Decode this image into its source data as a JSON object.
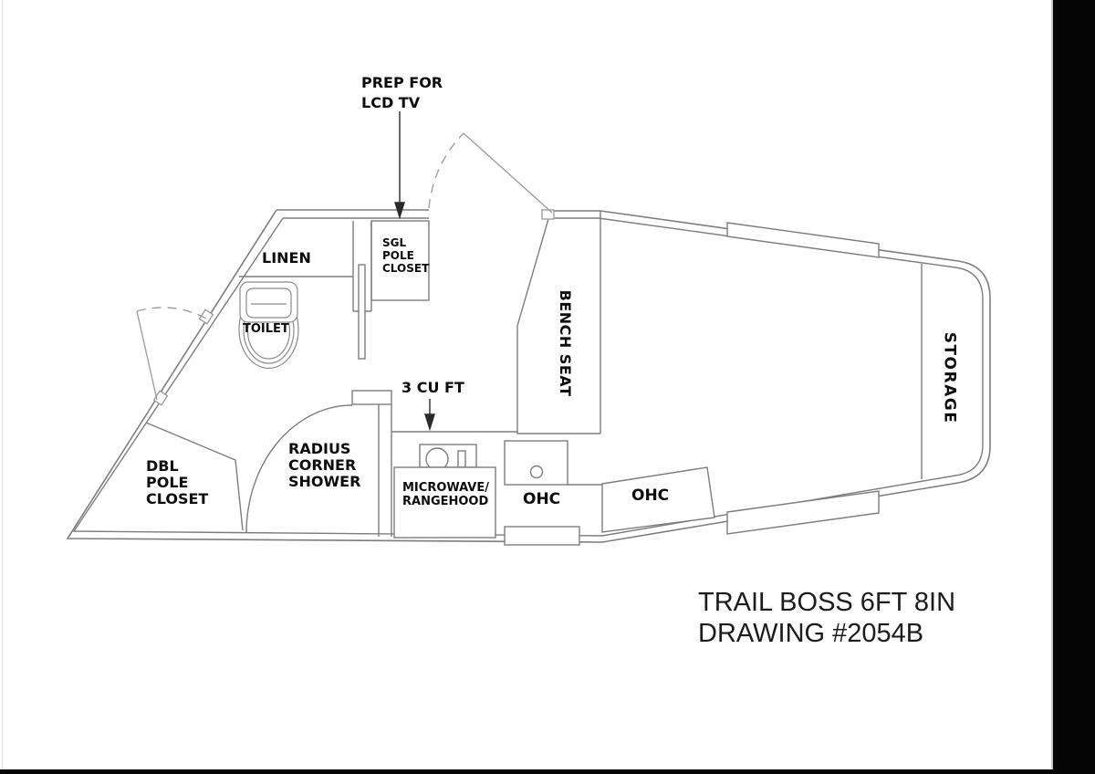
{
  "page": {
    "background": "#ffffff",
    "line_color": "#7d7d7d",
    "door_line_color": "#999999",
    "text_color": "#0d0d0d",
    "scan_bar_color": "#050505"
  },
  "drawing": {
    "labels": {
      "prep_tv": "PREP FOR\nLCD TV",
      "linen": "LINEN",
      "sgl_pole_closet": "SGL\nPOLE\nCLOSET",
      "toilet": "TOILET",
      "capacity": "3 CU FT",
      "shower": "RADIUS\nCORNER\nSHOWER",
      "microwave": "MICROWAVE/\nRANGEHOOD",
      "ohc_left": "OHC",
      "ohc_right": "OHC",
      "bench_seat": "BENCH SEAT",
      "storage": "STORAGE",
      "dbl_pole_closet": "DBL\nPOLE\nCLOSET"
    },
    "title": {
      "line1": "TRAIL BOSS 6FT 8IN",
      "line2": "DRAWING #2054B"
    }
  }
}
